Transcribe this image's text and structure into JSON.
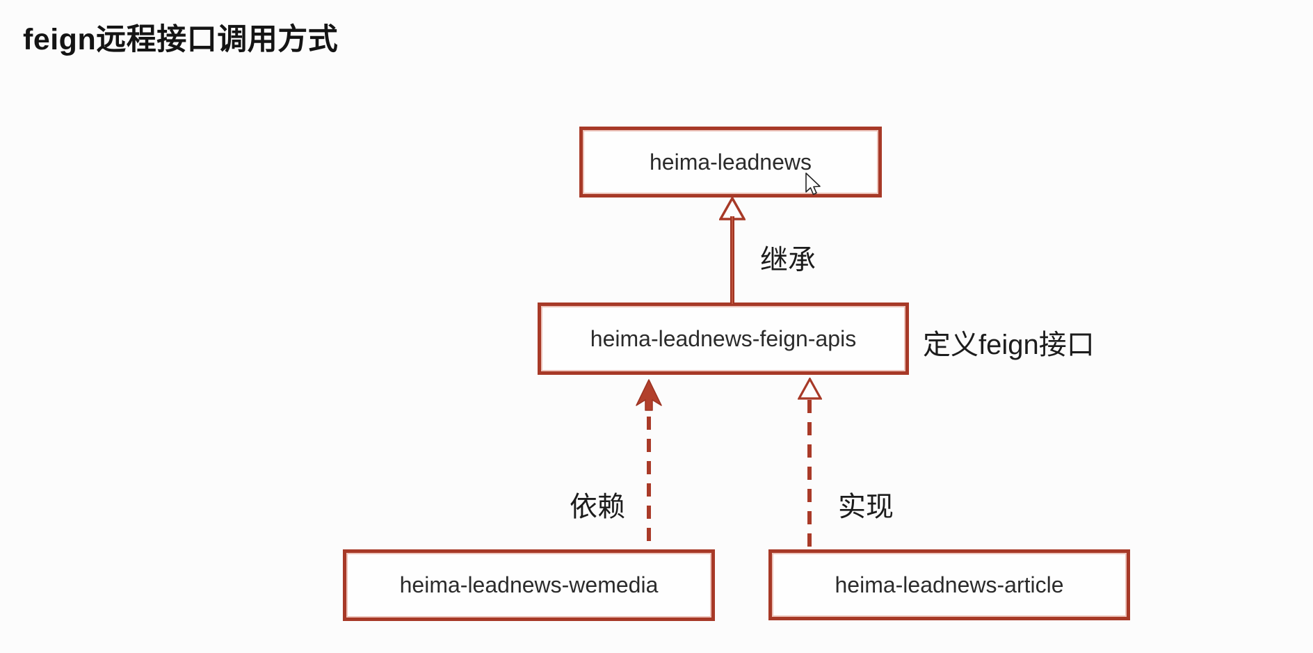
{
  "page": {
    "title": "feign远程接口调用方式"
  },
  "colors": {
    "box_border_red": "#a73927",
    "arrow_red": "#a93a28",
    "arrowhead_fill_red": "#b2402c",
    "node_text": "#2b2b2b",
    "label_text": "#1c1c1c",
    "background": "#fcfcfc"
  },
  "diagram": {
    "nodes": [
      {
        "id": "heima-leadnews",
        "label": "heima-leadnews"
      },
      {
        "id": "heima-leadnews-feign-apis",
        "label": "heima-leadnews-feign-apis",
        "annotation": "定义feign接口"
      },
      {
        "id": "heima-leadnews-wemedia",
        "label": "heima-leadnews-wemedia"
      },
      {
        "id": "heima-leadnews-article",
        "label": "heima-leadnews-article"
      }
    ],
    "edges": [
      {
        "from": "heima-leadnews-feign-apis",
        "to": "heima-leadnews",
        "label": "继承",
        "line_style": "solid",
        "arrowhead": "hollow-triangle"
      },
      {
        "from": "heima-leadnews-wemedia",
        "to": "heima-leadnews-feign-apis",
        "label": "依赖",
        "line_style": "dashed",
        "arrowhead": "filled-arrow"
      },
      {
        "from": "heima-leadnews-article",
        "to": "heima-leadnews-feign-apis",
        "label": "实现",
        "line_style": "dashed",
        "arrowhead": "hollow-triangle"
      }
    ]
  },
  "cursor": {
    "icon": "mouse-pointer-icon",
    "visible": true
  }
}
